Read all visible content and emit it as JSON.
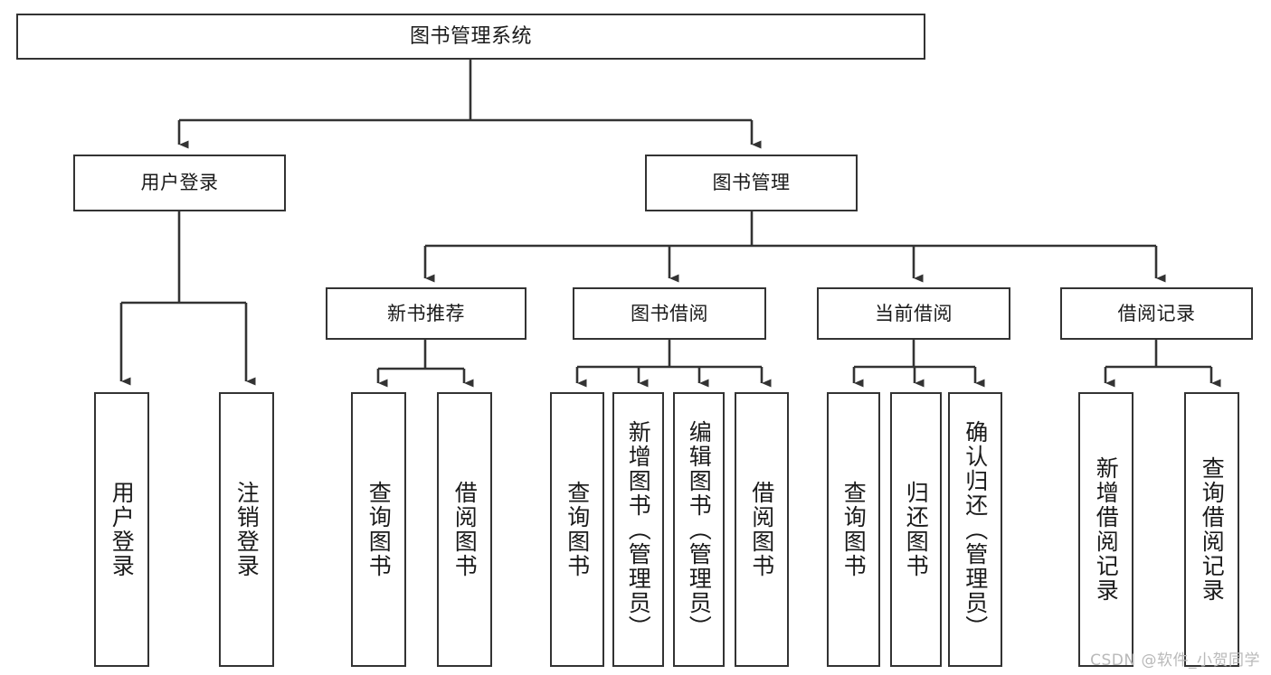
{
  "diagram": {
    "title": "图书管理系统",
    "watermark": "CSDN @软件_小贺同学",
    "colors": {
      "border": "#333333",
      "background": "#ffffff",
      "text": "#1a1a1a",
      "watermark": "#b9b9b9"
    },
    "nodes": {
      "root": {
        "label": "图书管理系统"
      },
      "level2": [
        {
          "label": "用户登录"
        },
        {
          "label": "图书管理"
        }
      ],
      "level3": [
        {
          "label": "新书推荐"
        },
        {
          "label": "图书借阅"
        },
        {
          "label": "当前借阅"
        },
        {
          "label": "借阅记录"
        }
      ],
      "leaves": {
        "user_login": [
          {
            "label": "用户登录"
          },
          {
            "label": "注销登录"
          }
        ],
        "new_book_recommend": [
          {
            "label": "查询图书"
          },
          {
            "label": "借阅图书"
          }
        ],
        "book_borrow": [
          {
            "label": "查询图书"
          },
          {
            "label": "新增图书（管理员）"
          },
          {
            "label": "编辑图书（管理员）"
          },
          {
            "label": "借阅图书"
          }
        ],
        "current_borrow": [
          {
            "label": "查询图书"
          },
          {
            "label": "归还图书"
          },
          {
            "label": "确认归还（管理员）"
          }
        ],
        "borrow_record": [
          {
            "label": "新增借阅记录"
          },
          {
            "label": "查询借阅记录"
          }
        ]
      }
    }
  }
}
